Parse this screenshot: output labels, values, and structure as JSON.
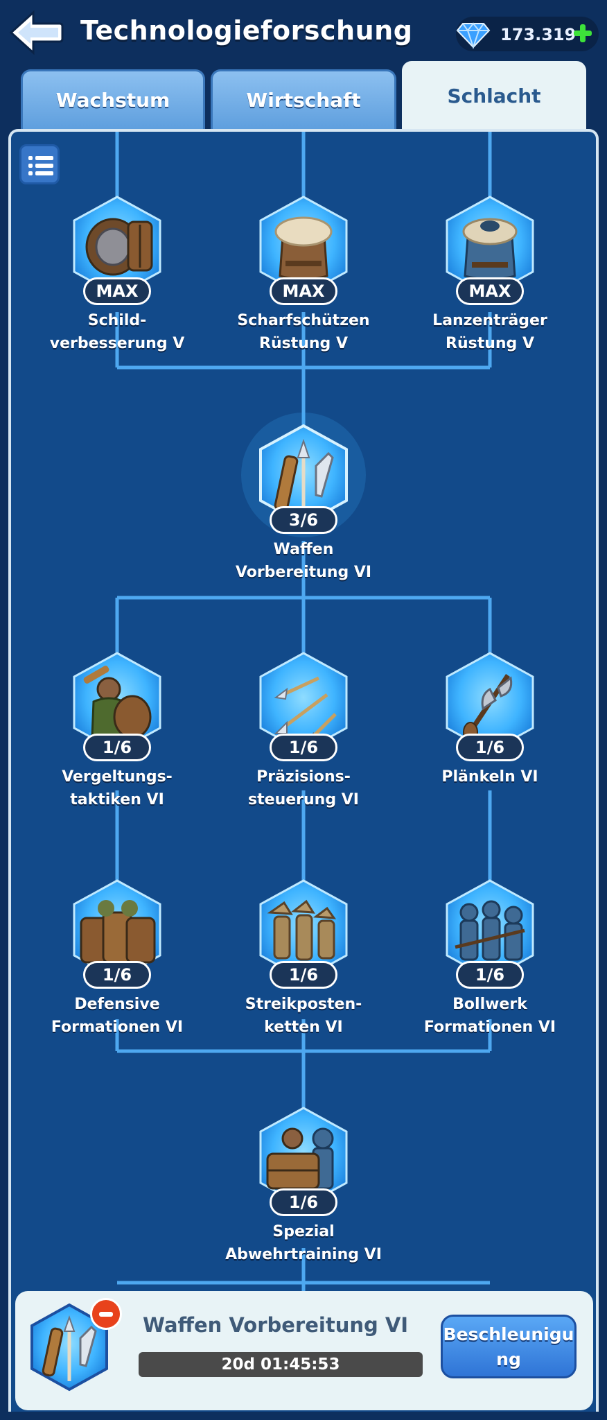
{
  "header": {
    "title": "Technologieforschung",
    "gems": "173.319"
  },
  "tabs": [
    {
      "label": "Wachstum",
      "active": false
    },
    {
      "label": "Wirtschaft",
      "active": false
    },
    {
      "label": "Schlacht",
      "active": true
    }
  ],
  "colors": {
    "background": "#0d2f5e",
    "panel": "#124a8a",
    "connector": "#4ea8f0",
    "hex_glow": "#3fb4ff",
    "badge": "#1b3558",
    "accent_green": "#3de23a",
    "cancel_red": "#e8421c"
  },
  "nodes": [
    {
      "id": "schild",
      "level": "MAX",
      "label": [
        "Schild-",
        "verbesserung V"
      ],
      "icon": "shield-armor-icon"
    },
    {
      "id": "scharf",
      "level": "MAX",
      "label": [
        "Scharfschützen",
        "Rüstung V"
      ],
      "icon": "fur-armor-icon"
    },
    {
      "id": "lanzen",
      "level": "MAX",
      "label": [
        "Lanzenträger",
        "Rüstung V"
      ],
      "icon": "plate-armor-icon"
    },
    {
      "id": "waffen",
      "level": "3/6",
      "label": [
        "Waffen",
        "Vorbereitung VI"
      ],
      "icon": "weapons-icon"
    },
    {
      "id": "vergeltung",
      "level": "1/6",
      "label": [
        "Vergeltungs-",
        "taktiken VI"
      ],
      "icon": "warrior-icon"
    },
    {
      "id": "praezision",
      "level": "1/6",
      "label": [
        "Präzisions-",
        "steuerung VI"
      ],
      "icon": "arrows-icon"
    },
    {
      "id": "plaenkeln",
      "level": "1/6",
      "label": [
        "Plänkeln VI"
      ],
      "icon": "axe-icon"
    },
    {
      "id": "defensive",
      "level": "1/6",
      "label": [
        "Defensive",
        "Formationen VI"
      ],
      "icon": "shield-wall-icon"
    },
    {
      "id": "streik",
      "level": "1/6",
      "label": [
        "Streikposten-",
        "ketten VI"
      ],
      "icon": "archers-icon"
    },
    {
      "id": "bollwerk",
      "level": "1/6",
      "label": [
        "Bollwerk",
        "Formationen VI"
      ],
      "icon": "soldiers-icon"
    },
    {
      "id": "spezial",
      "level": "1/6",
      "label": [
        "Spezial",
        "Abwehrtraining VI"
      ],
      "icon": "defenders-icon"
    }
  ],
  "research": {
    "title": "Waffen Vorbereitung VI",
    "timer": "20d 01:45:53",
    "speedup_label": "Beschleunigung"
  }
}
